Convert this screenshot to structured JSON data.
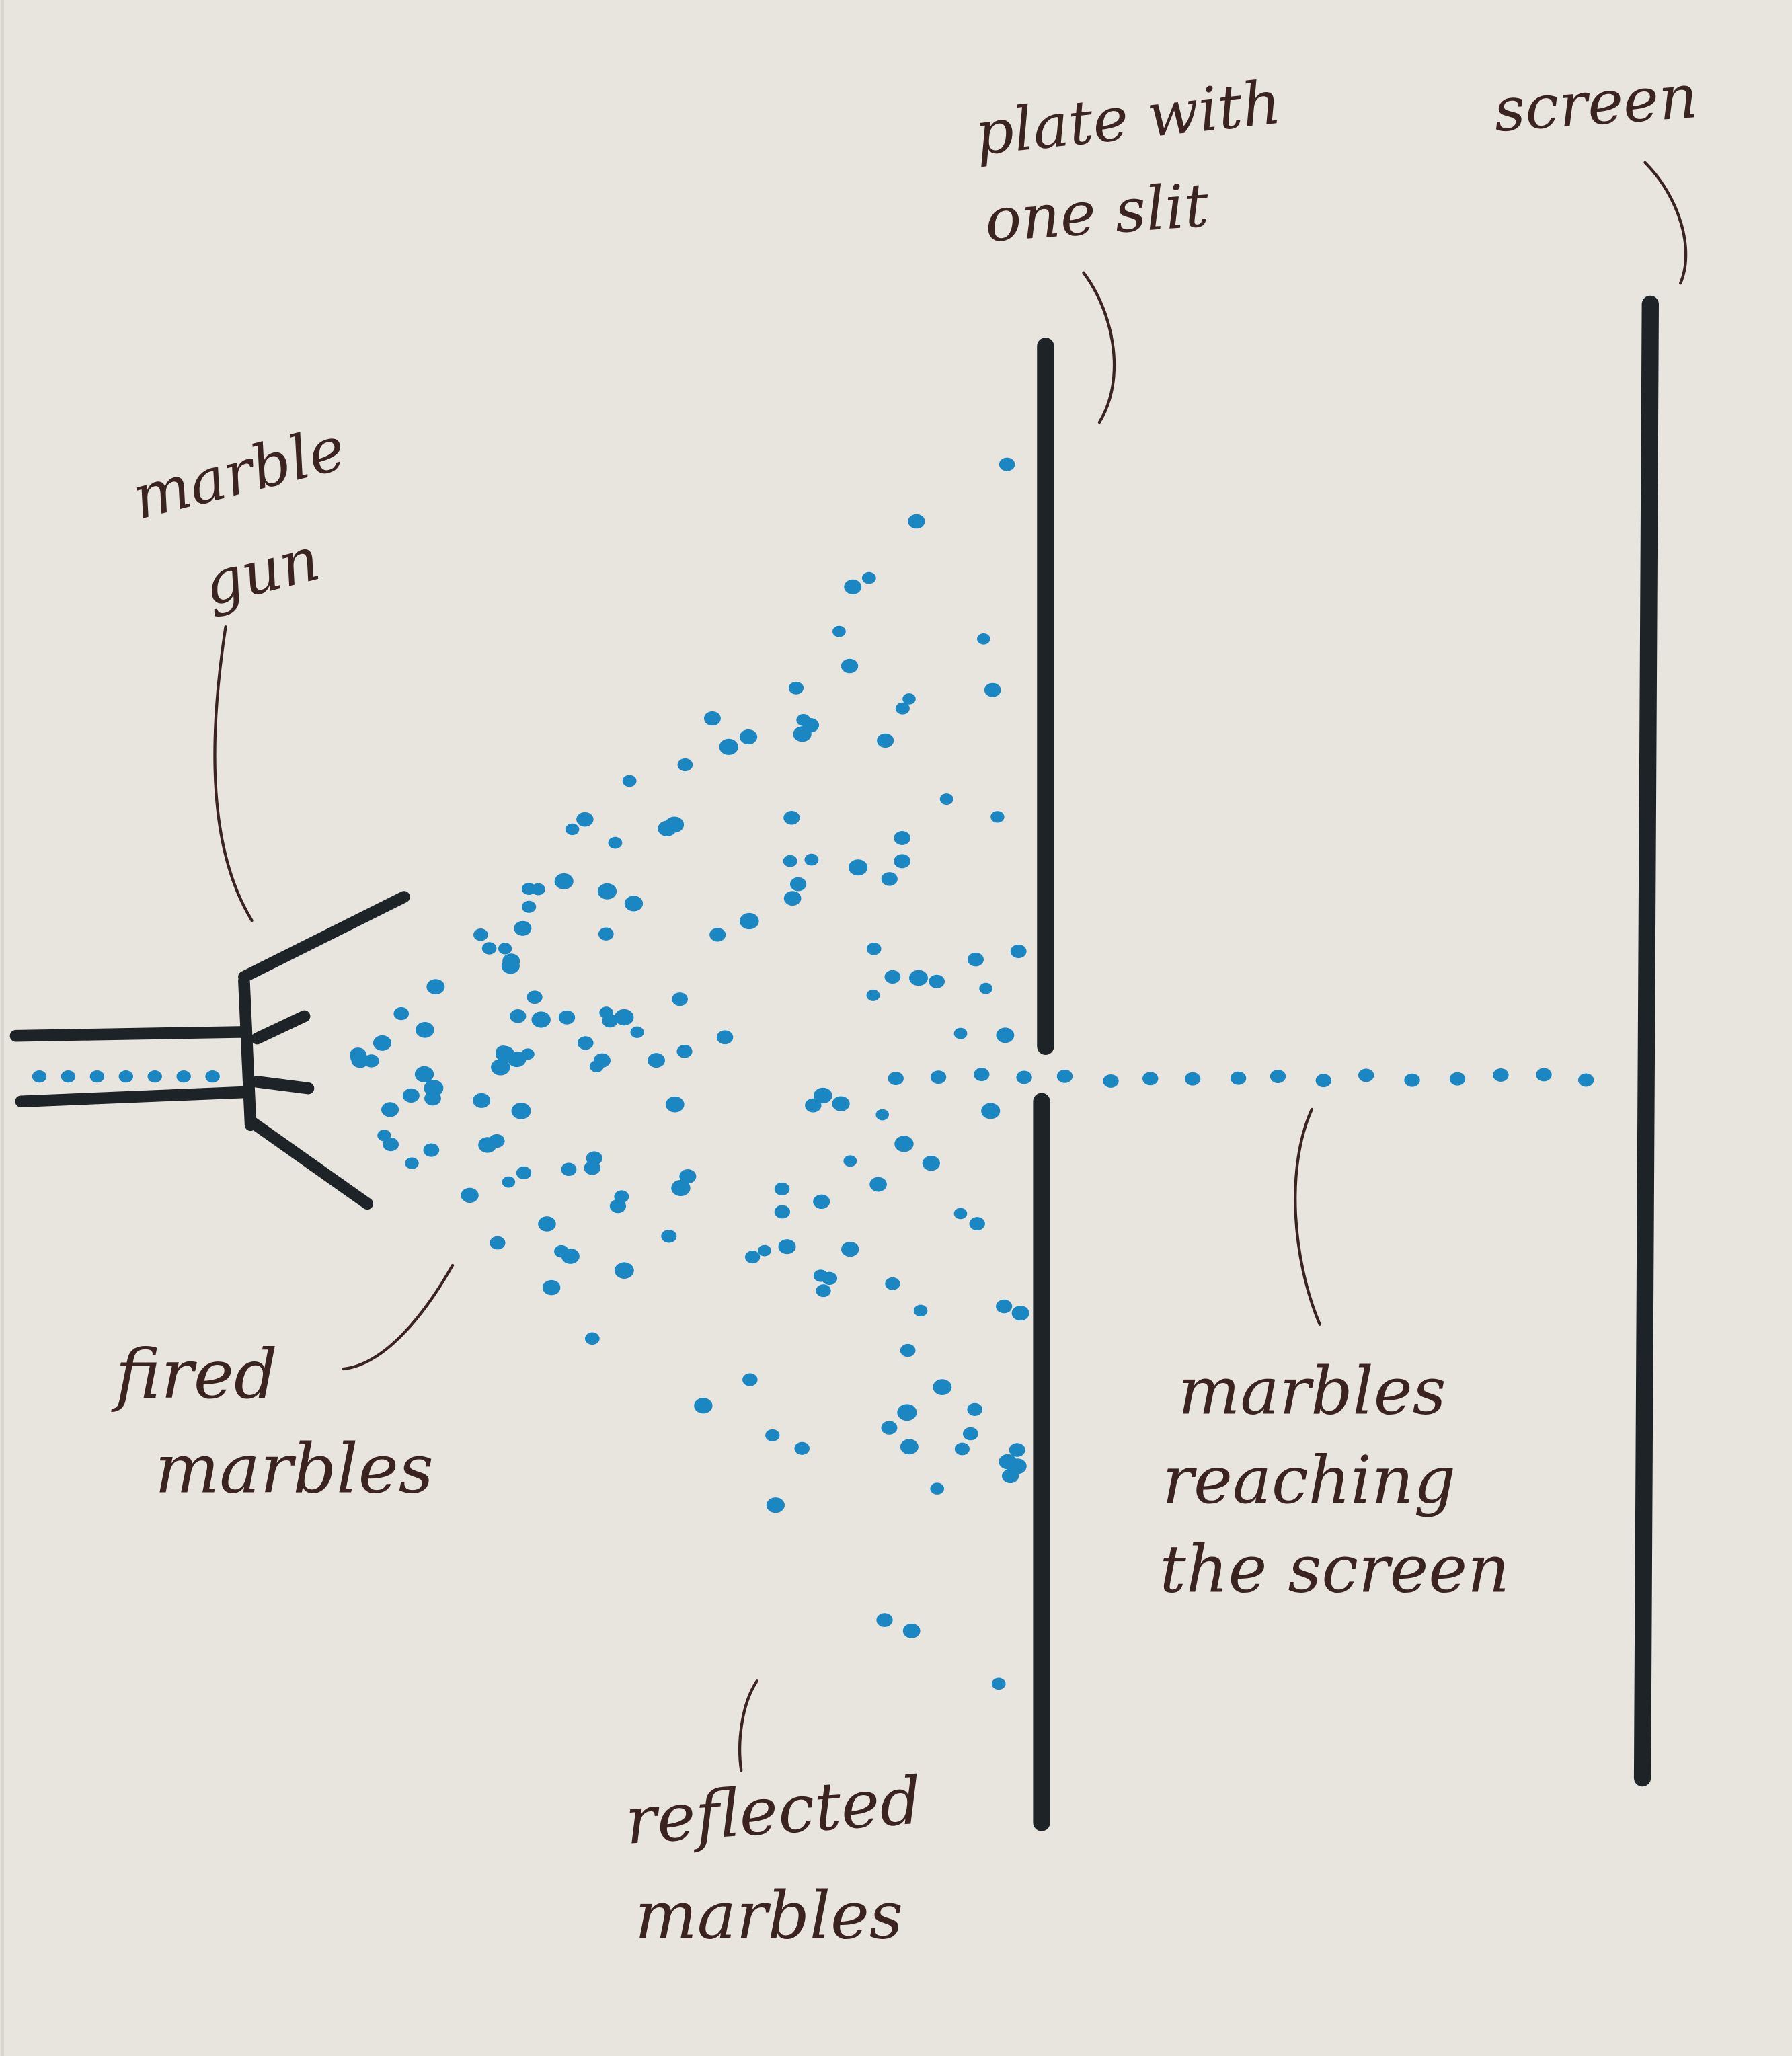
{
  "title": "Single-slit marble experiment sketch",
  "colors": {
    "paper": "#e8e5df",
    "marble": "#1a86c2",
    "ink": "#1d2327",
    "handwriting": "#3b2420"
  },
  "labels": {
    "marble_gun": [
      "marble",
      "gun"
    ],
    "fired_marbles": [
      "fired",
      "marbles"
    ],
    "plate": [
      "plate with",
      "one slit"
    ],
    "screen": "screen",
    "reaching": [
      "marbles",
      "reaching",
      "the screen"
    ],
    "reflected": [
      "reflected",
      "marbles"
    ]
  }
}
